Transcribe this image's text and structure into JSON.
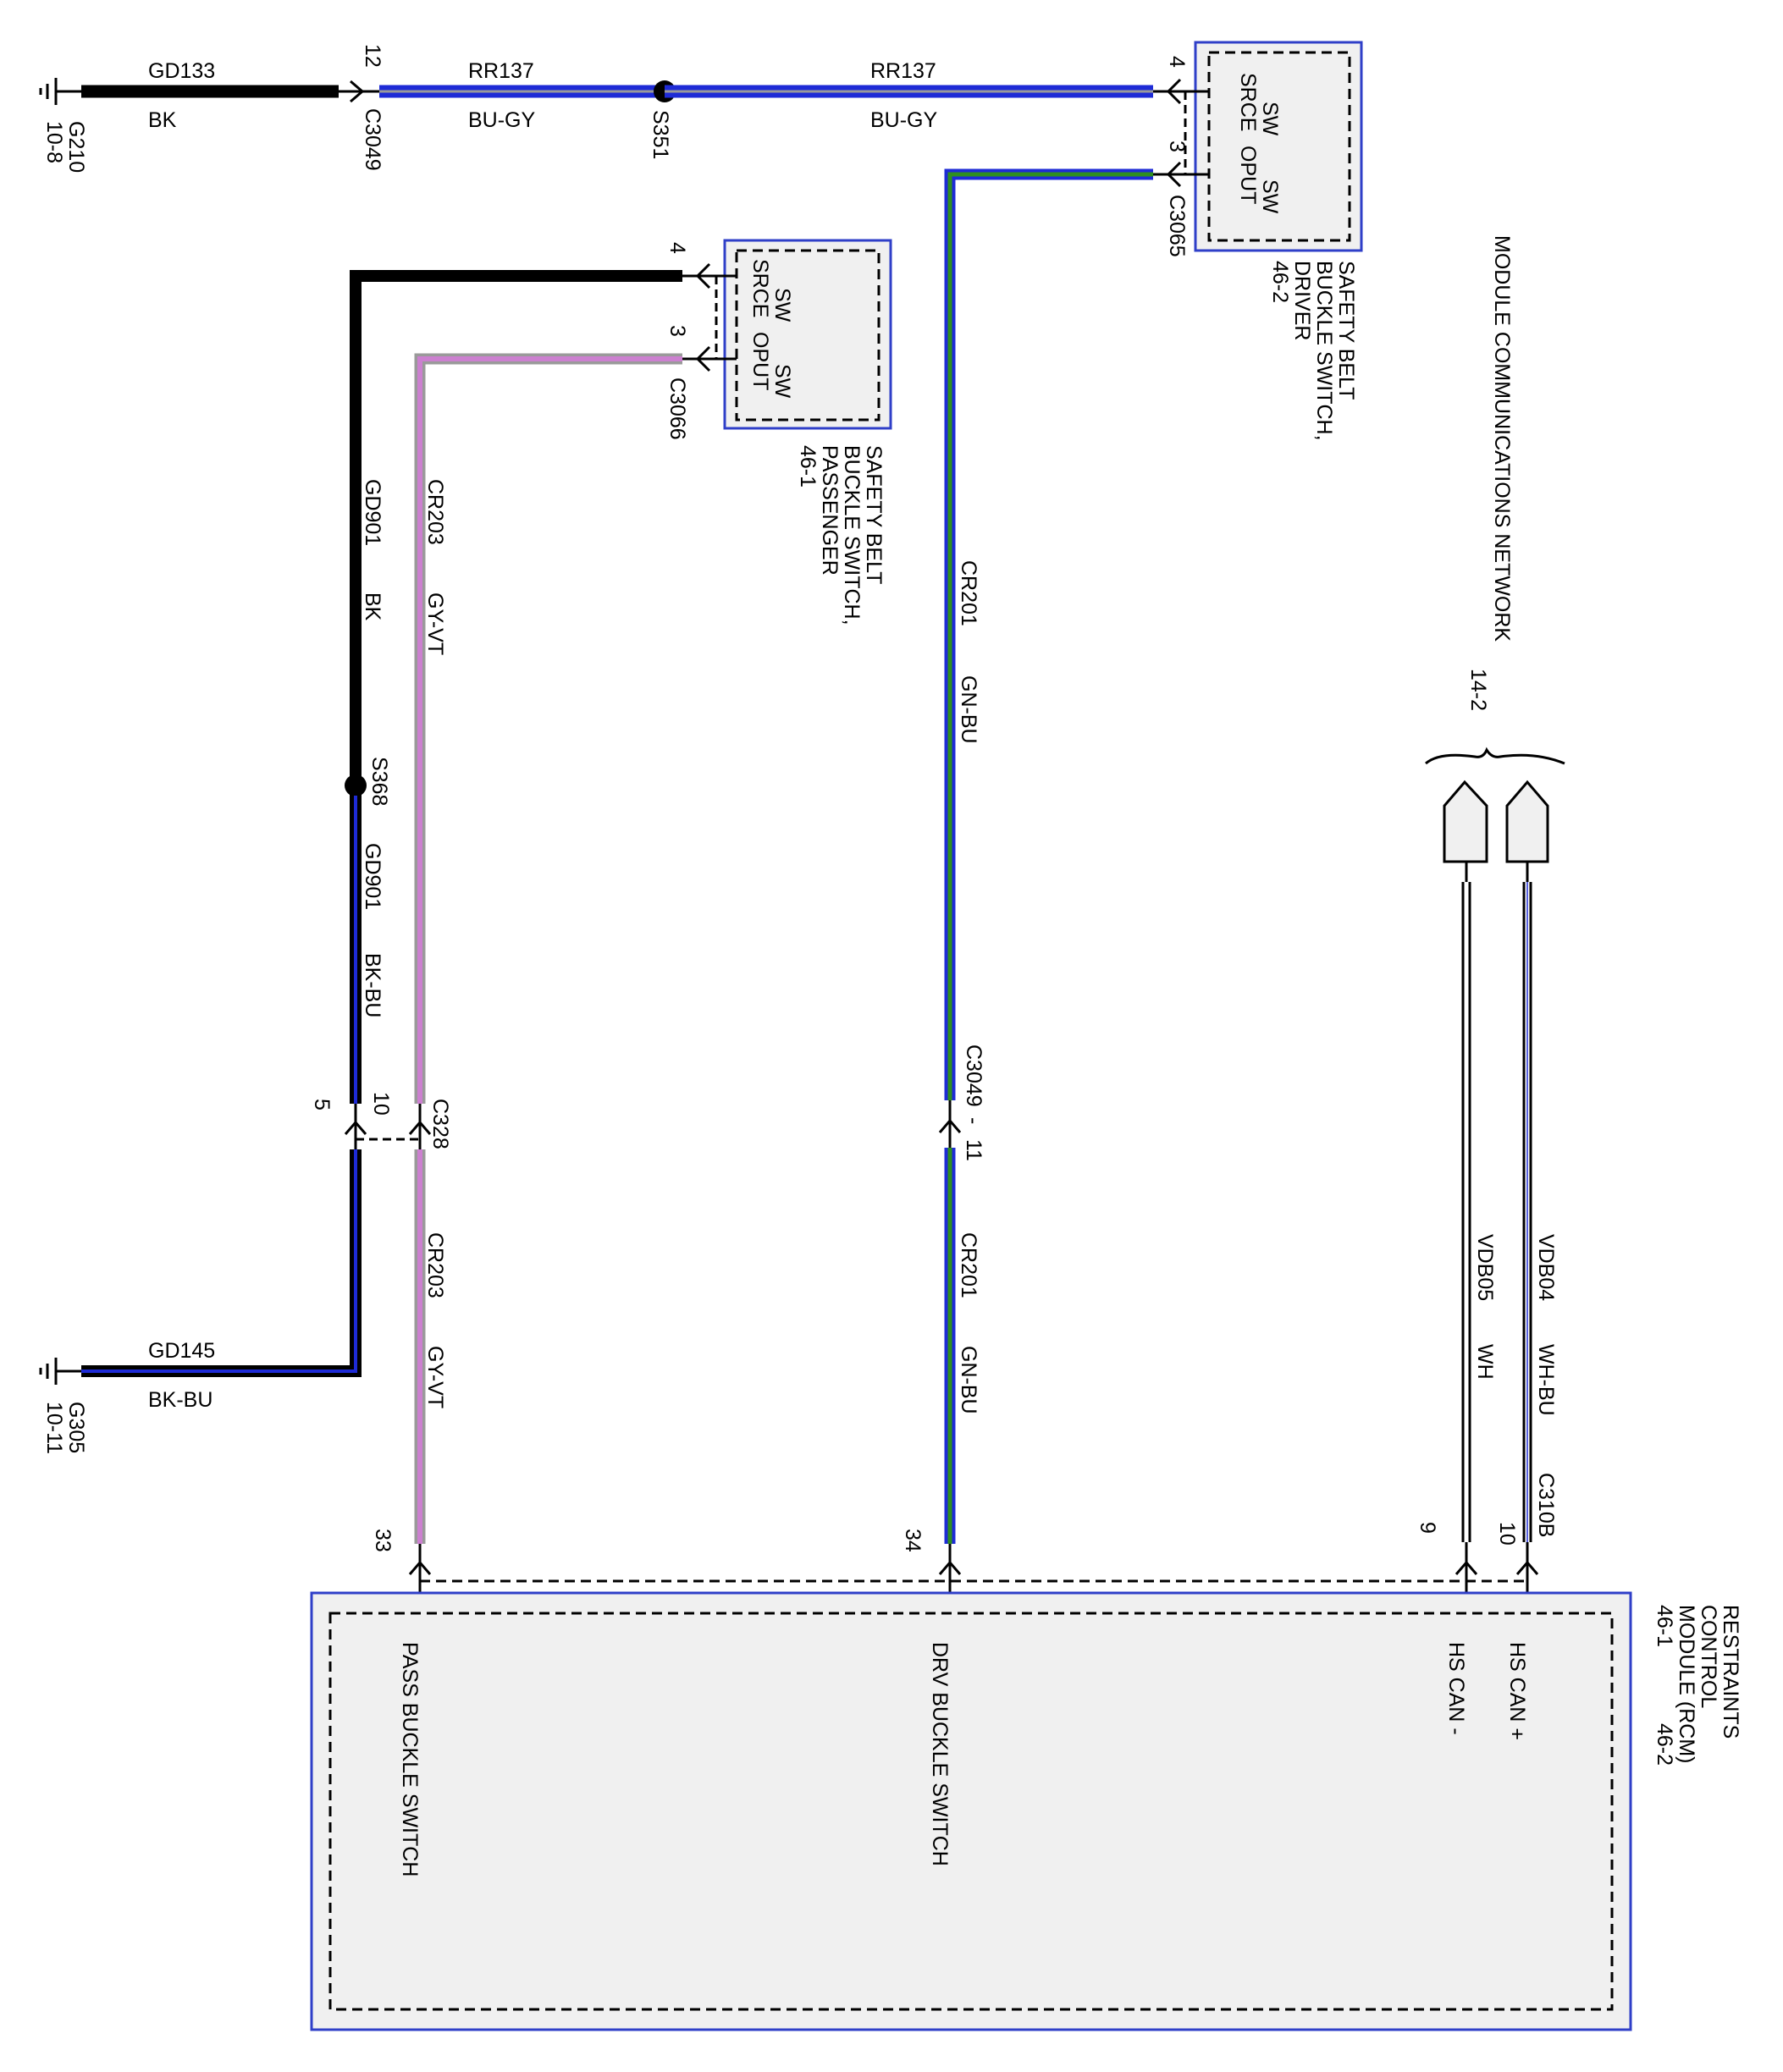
{
  "colors": {
    "black": "#000000",
    "blue": "#1e2bd6",
    "gray": "#9a9a9a",
    "green": "#2f8f1f",
    "violet": "#cc80d0",
    "white": "#ffffff",
    "box_border": "#2f3fc8",
    "box_fill": "#f0f0f0"
  },
  "grounds": {
    "g210": {
      "name": "G210",
      "ref": "10-8"
    },
    "g305": {
      "name": "G305",
      "ref": "10-11"
    }
  },
  "wires": {
    "gd133": {
      "circuit": "GD133",
      "color": "BK"
    },
    "rr137_a": {
      "circuit": "RR137",
      "color": "BU-GY"
    },
    "rr137_b": {
      "circuit": "RR137",
      "color": "BU-GY"
    },
    "gd901_a": {
      "circuit": "GD901",
      "color": "BK"
    },
    "gd901_b": {
      "circuit": "GD901",
      "color": "BK-BU"
    },
    "gd145": {
      "circuit": "GD145",
      "color": "BK-BU"
    },
    "cr203_a": {
      "circuit": "CR203",
      "color": "GY-VT"
    },
    "cr203_b": {
      "circuit": "CR203",
      "color": "GY-VT"
    },
    "cr201_a": {
      "circuit": "CR201",
      "color": "GN-BU"
    },
    "cr201_b": {
      "circuit": "CR201",
      "color": "GN-BU"
    },
    "vdb04": {
      "circuit": "VDB04",
      "color": "WH-BU"
    },
    "vdb05": {
      "circuit": "VDB05",
      "color": "WH"
    }
  },
  "connectors": {
    "c3049_top": {
      "name": "C3049",
      "pin": "12"
    },
    "c3049_mid": {
      "name": "C3049",
      "pin": "11",
      "dash": "-"
    },
    "c3065": {
      "name": "C3065",
      "pin_top": "4",
      "pin_bottom": "3"
    },
    "c3066": {
      "name": "C3066",
      "pin_top": "4",
      "pin_bottom": "3"
    },
    "c328": {
      "name": "C328",
      "pin_a": "5",
      "pin_b": "10"
    },
    "c310b": {
      "name": "C310B",
      "pin_a": "10",
      "pin_b": "9"
    },
    "rcm_pins": {
      "pass": "33",
      "drv": "34"
    }
  },
  "splices": {
    "s351": "S351",
    "s368": "S368"
  },
  "components": {
    "driver_switch": {
      "line1": "SAFETY BELT",
      "line2": "BUCKLE SWITCH,",
      "line3": "DRIVER",
      "ref": "46-2",
      "sw1": "SW",
      "sw1b": "SRCE",
      "sw2": "SW",
      "sw2b": "OPUT"
    },
    "passenger_switch": {
      "line1": "SAFETY BELT",
      "line2": "BUCKLE SWITCH,",
      "line3": "PASSENGER",
      "ref": "46-1",
      "sw1": "SW",
      "sw1b": "SRCE",
      "sw2": "SW",
      "sw2b": "OPUT"
    },
    "network": {
      "title": "MODULE COMMUNICATIONS NETWORK",
      "ref": "14-2"
    },
    "rcm": {
      "line1": "RESTRAINTS",
      "line2": "CONTROL",
      "line3": "MODULE (RCM)",
      "ref1": "46-1",
      "ref2": "46-2",
      "pin_hs_can_plus": "HS CAN +",
      "pin_hs_can_minus": "HS CAN -",
      "pin_drv": "DRV BUCKLE SWITCH",
      "pin_pass": "PASS BUCKLE SWITCH"
    }
  }
}
